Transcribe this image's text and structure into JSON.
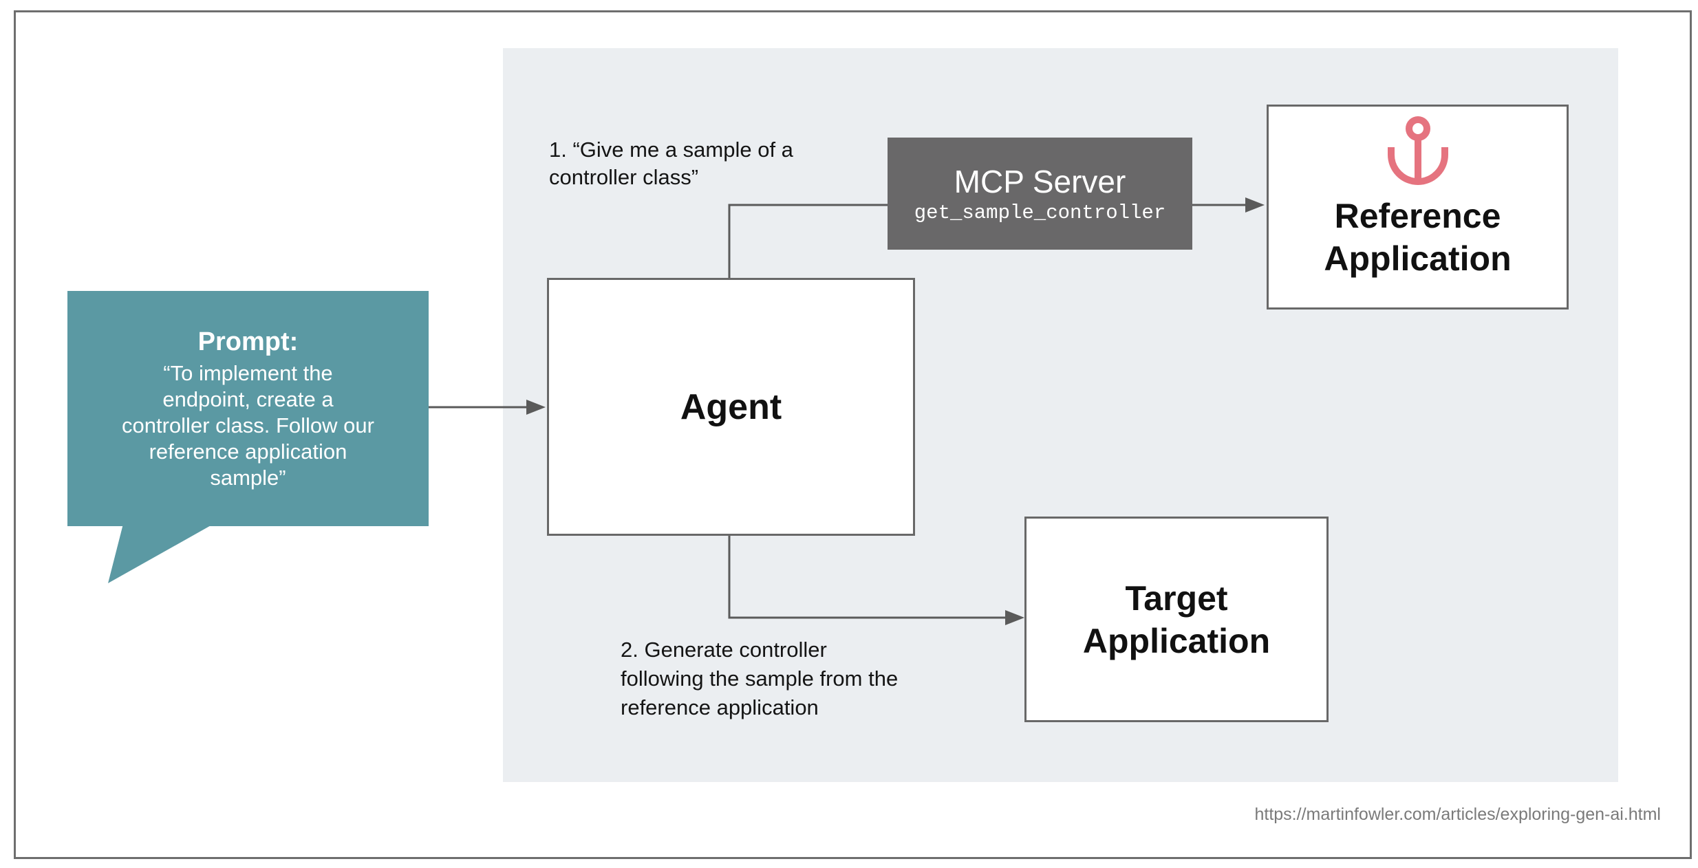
{
  "diagram": {
    "prompt_bubble": {
      "title": "Prompt:",
      "body": "“To implement the\nendpoint, create a\ncontroller class. Follow our\nreference application\nsample”"
    },
    "agent": {
      "label": "Agent"
    },
    "mcp_server": {
      "title": "MCP Server",
      "tool_name": "get_sample_controller"
    },
    "reference_app": {
      "label": "Reference\nApplication",
      "icon": "anchor-icon"
    },
    "target_app": {
      "label": "Target\nApplication"
    },
    "step1_label": "1. “Give me a sample of a\ncontroller class”",
    "step2_label": "2. Generate controller\nfollowing the sample from the\nreference application",
    "source_url": "https://martinfowler.com/articles/exploring-gen-ai.html",
    "colors": {
      "bubble_teal": "#5b99a3",
      "anchor_pink": "#e5737f",
      "mcp_gray": "#696869",
      "panel_gray": "#ebeef1",
      "connector_gray": "#5a5a5a",
      "box_border_gray": "#686868",
      "frame_border_gray": "#6e6e6e",
      "text_dark": "#141414",
      "url_gray": "#7a7a7a"
    }
  }
}
